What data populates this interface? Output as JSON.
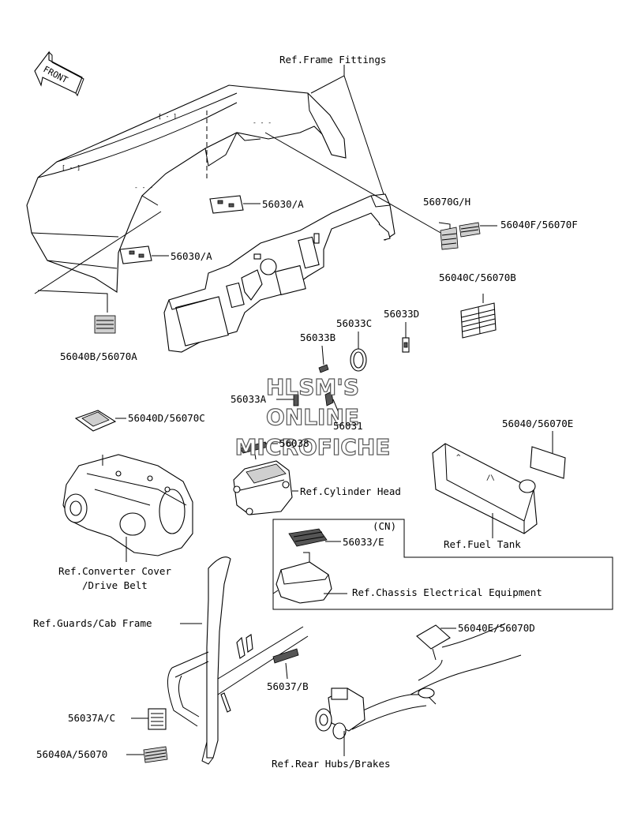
{
  "direction_marker": {
    "text": "FRONT"
  },
  "watermark": {
    "line1": "HLSM'S",
    "line2": "ONLINE",
    "line3": "MICROFICHE"
  },
  "region_box": {
    "label": "(CN)"
  },
  "labels": {
    "ref_frame_fittings": "Ref.Frame Fittings",
    "p56030a_top": "56030/A",
    "p56030a_left": "56030/A",
    "p56070gh": "56070G/H",
    "p56040f": "56040F/56070F",
    "p56040c": "56040C/56070B",
    "p56040b": "56040B/56070A",
    "p56033d": "56033D",
    "p56033c": "56033C",
    "p56033b": "56033B",
    "p56033a": "56033A",
    "p56031": "56031",
    "p56040d": "56040D/56070C",
    "p56038": "56038",
    "p56040e_tank": "56040/56070E",
    "ref_cylinder_head": "Ref.Cylinder Head",
    "ref_fuel_tank": "Ref.Fuel Tank",
    "p56033e": "56033/E",
    "ref_chassis": "Ref.Chassis Electrical Equipment",
    "ref_converter_1": "Ref.Converter Cover",
    "ref_converter_2": "/Drive Belt",
    "ref_guards": "Ref.Guards/Cab Frame",
    "p56040e_d": "56040E/56070D",
    "p56037b": "56037/B",
    "p56037ac": "56037A/C",
    "p56040a": "56040A/56070",
    "ref_rear_hubs": "Ref.Rear Hubs/Brakes"
  }
}
